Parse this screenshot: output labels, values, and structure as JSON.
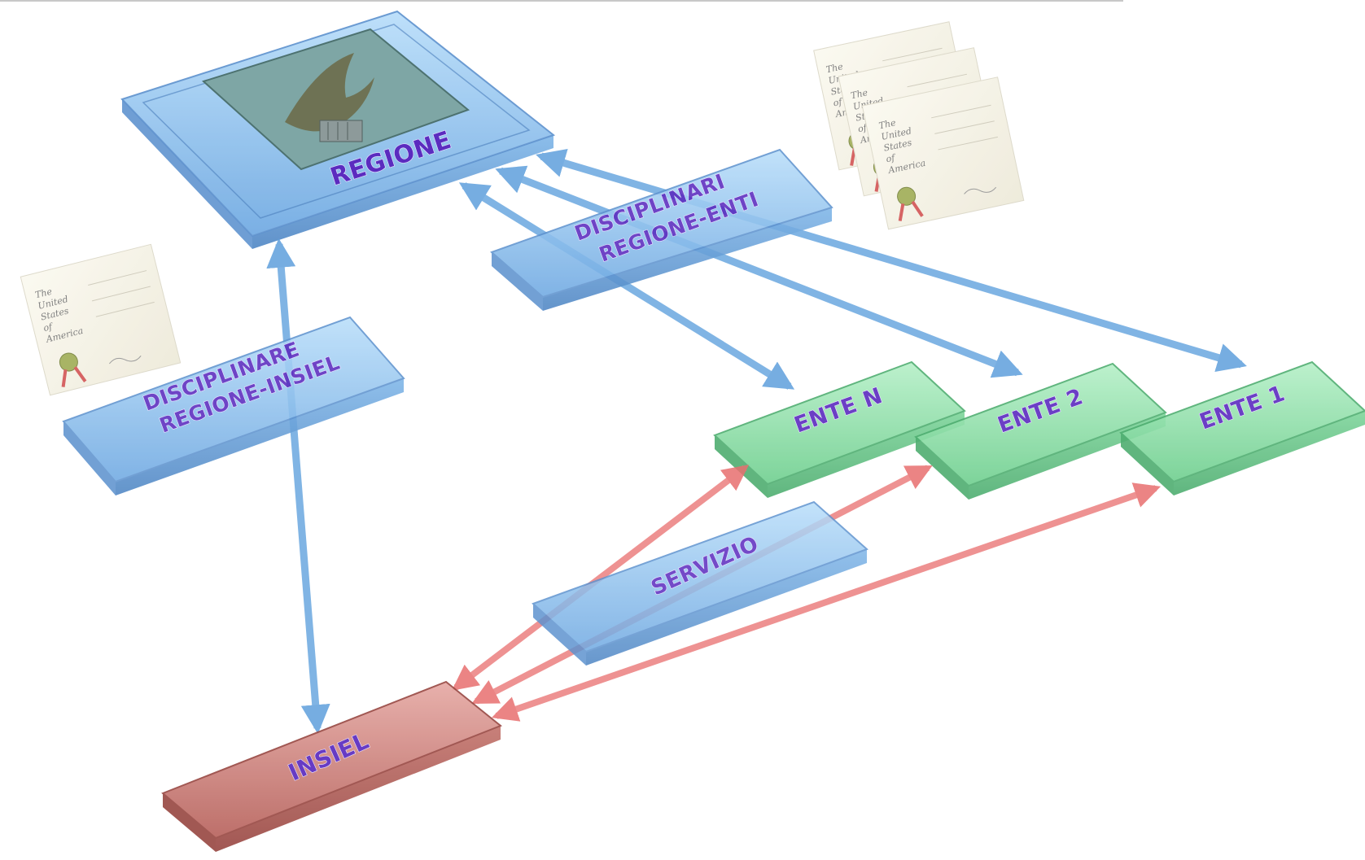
{
  "nodes": {
    "regione": {
      "label": "REGIONE"
    },
    "disciplinari_enti": {
      "label_line1": "DISCIPLINARI",
      "label_line2": "REGIONE-ENTI"
    },
    "disciplinare_insiel": {
      "label_line1": "DISCIPLINARE",
      "label_line2": "REGIONE-INSIEL"
    },
    "ente_n": {
      "label": "ENTE N"
    },
    "ente_2": {
      "label": "ENTE 2"
    },
    "ente_1": {
      "label": "ENTE 1"
    },
    "servizio": {
      "label": "SERVIZIO"
    },
    "insiel": {
      "label": "INSIEL"
    }
  },
  "colors": {
    "blue_box": "#8ec3ee",
    "green_box": "#86dca3",
    "red_box": "#c97f7a",
    "blue_arrow": "#6aa8e0",
    "red_arrow": "#ec7f7f",
    "label": "#5b2bbf"
  },
  "icons": {
    "emblem": "eagle-emblem",
    "document": "certificate-document"
  }
}
